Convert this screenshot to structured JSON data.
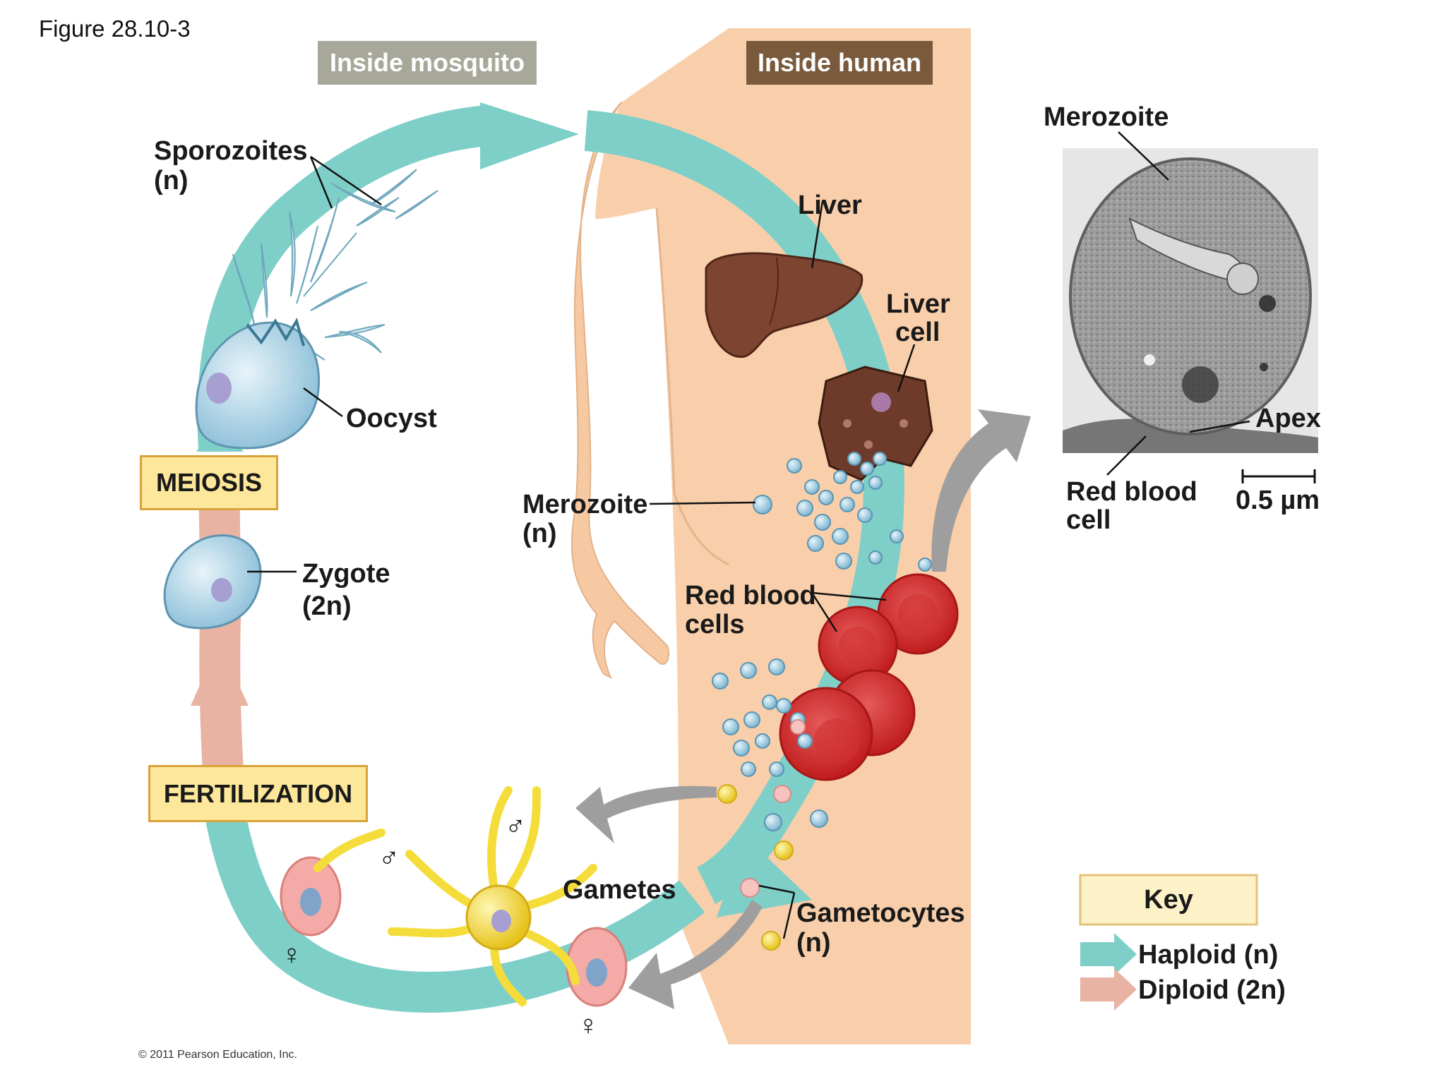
{
  "figure_label": "Figure 28.10-3",
  "headers": {
    "mosquito": "Inside mosquito",
    "human": "Inside human"
  },
  "labels": {
    "sporozoites": "Sporozoites",
    "sporozoites_ploidy": "(n)",
    "oocyst": "Oocyst",
    "meiosis": "MEIOSIS",
    "zygote": "Zygote",
    "zygote_ploidy": "(2n)",
    "fertilization": "FERTILIZATION",
    "liver": "Liver",
    "liver_cell_1": "Liver",
    "liver_cell_2": "cell",
    "merozoite": "Merozoite",
    "merozoite_ploidy": "(n)",
    "rbc_1": "Red blood",
    "rbc_2": "cells",
    "gametes": "Gametes",
    "gametocytes": "Gametocytes",
    "gametocytes_ploidy": "(n)",
    "male_symbol": "♂",
    "female_symbol": "♀"
  },
  "micrograph": {
    "merozoite": "Merozoite",
    "apex": "Apex",
    "rbc_1": "Red blood",
    "rbc_2": "cell",
    "scale": "0.5 µm"
  },
  "key": {
    "title": "Key",
    "haploid": "Haploid (n)",
    "diploid": "Diploid (2n)",
    "haploid_color": "#7ecfc8",
    "diploid_color": "#e8b3a3"
  },
  "colors": {
    "haploid_arrow": "#7ecfc8",
    "diploid_arrow": "#e8b3a3",
    "skin": "#f8cfaa",
    "mosquito_header": "#a8a89a",
    "human_header": "#7a5a3d",
    "box_fill": "#fde79a",
    "rbc": "#d32f2f",
    "liver": "#6e3b2a"
  },
  "copyright": "© 2011 Pearson Education, Inc."
}
